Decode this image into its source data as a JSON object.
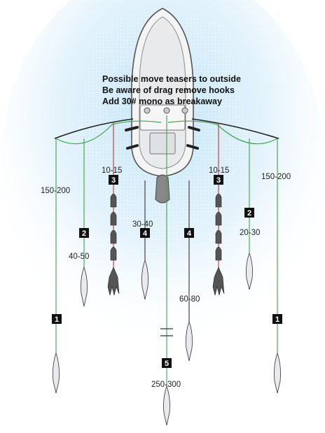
{
  "notes": [
    "Possible move teasers to outside",
    "Be aware of drag remove hooks",
    "Add 30# mono as breakaway"
  ],
  "lines": [
    {
      "number": "1",
      "distance": "150-200",
      "side": "left"
    },
    {
      "number": "2",
      "distance": "40-50",
      "side": "left"
    },
    {
      "number": "3",
      "distance": "10-15",
      "side": "left"
    },
    {
      "number": "4",
      "distance": "30-40",
      "side": "left"
    },
    {
      "number": "4",
      "distance": "60-80",
      "side": "right"
    },
    {
      "number": "3",
      "distance": "10-15",
      "side": "right"
    },
    {
      "number": "2",
      "distance": "20-30",
      "side": "right"
    },
    {
      "number": "1",
      "distance": "150-200",
      "side": "right"
    },
    {
      "number": "5",
      "distance": "250-300",
      "side": "center"
    }
  ],
  "colors": {
    "outrigger_line": "#3fa34d",
    "teaser_line": "#c0392b",
    "flat_line": "#333333",
    "badge": "#111111",
    "wake": "#bfe3f7"
  }
}
